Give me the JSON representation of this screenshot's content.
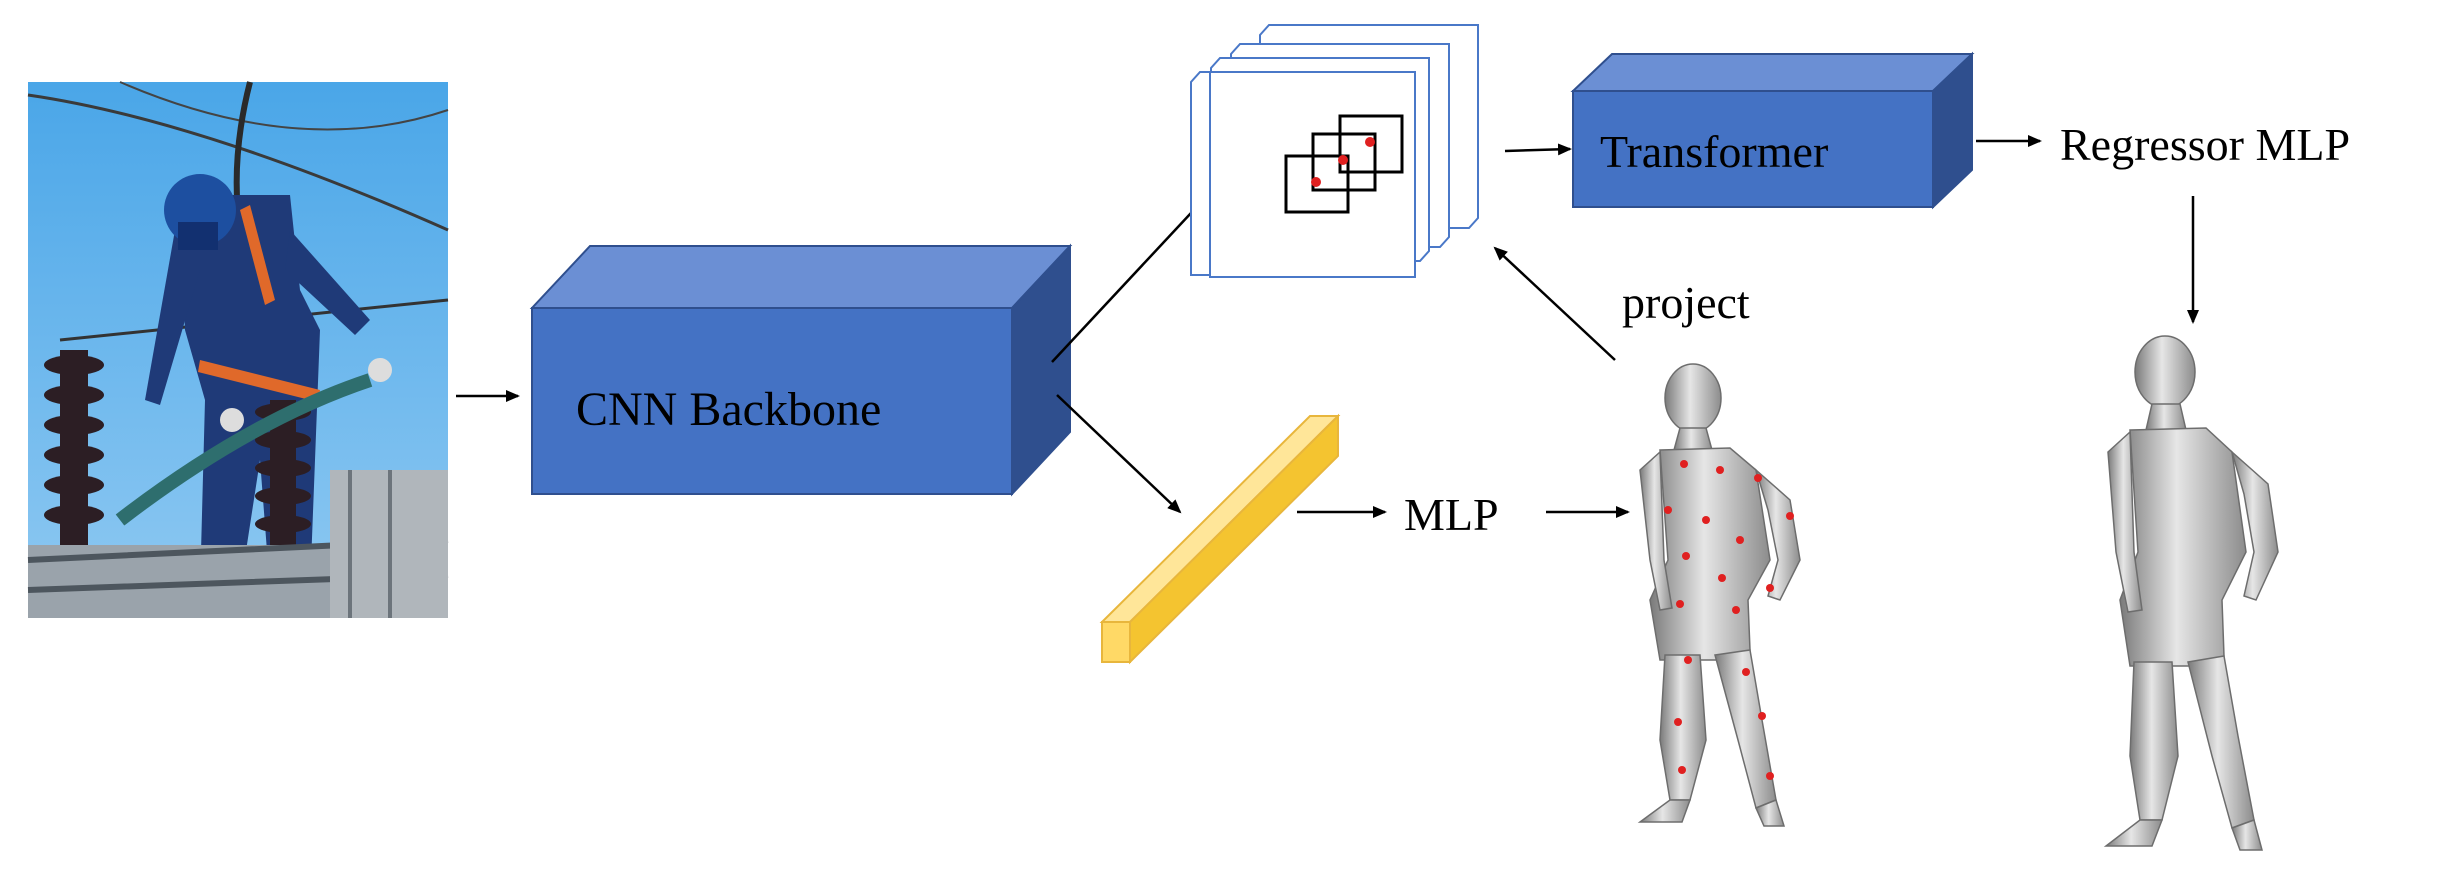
{
  "labels": {
    "cnn_backbone": "CNN Backbone",
    "transformer": "Transformer",
    "regressor_mlp": "Regressor MLP",
    "project": "project",
    "mlp": "MLP"
  },
  "colors": {
    "box_front": "#4472C4",
    "box_top": "#6B8FD4",
    "box_side": "#2F4F8E",
    "feature_map_stroke": "#4A78C8",
    "feature_bar_fill": "#FFD966",
    "feature_bar_stroke": "#E8B63C",
    "keypoint": "#E02020"
  },
  "icons": {
    "input_photo": "worker-on-electrical-pole-photo",
    "mesh_with_points": "human-mesh-with-keypoints",
    "mesh_final": "human-mesh-result"
  }
}
